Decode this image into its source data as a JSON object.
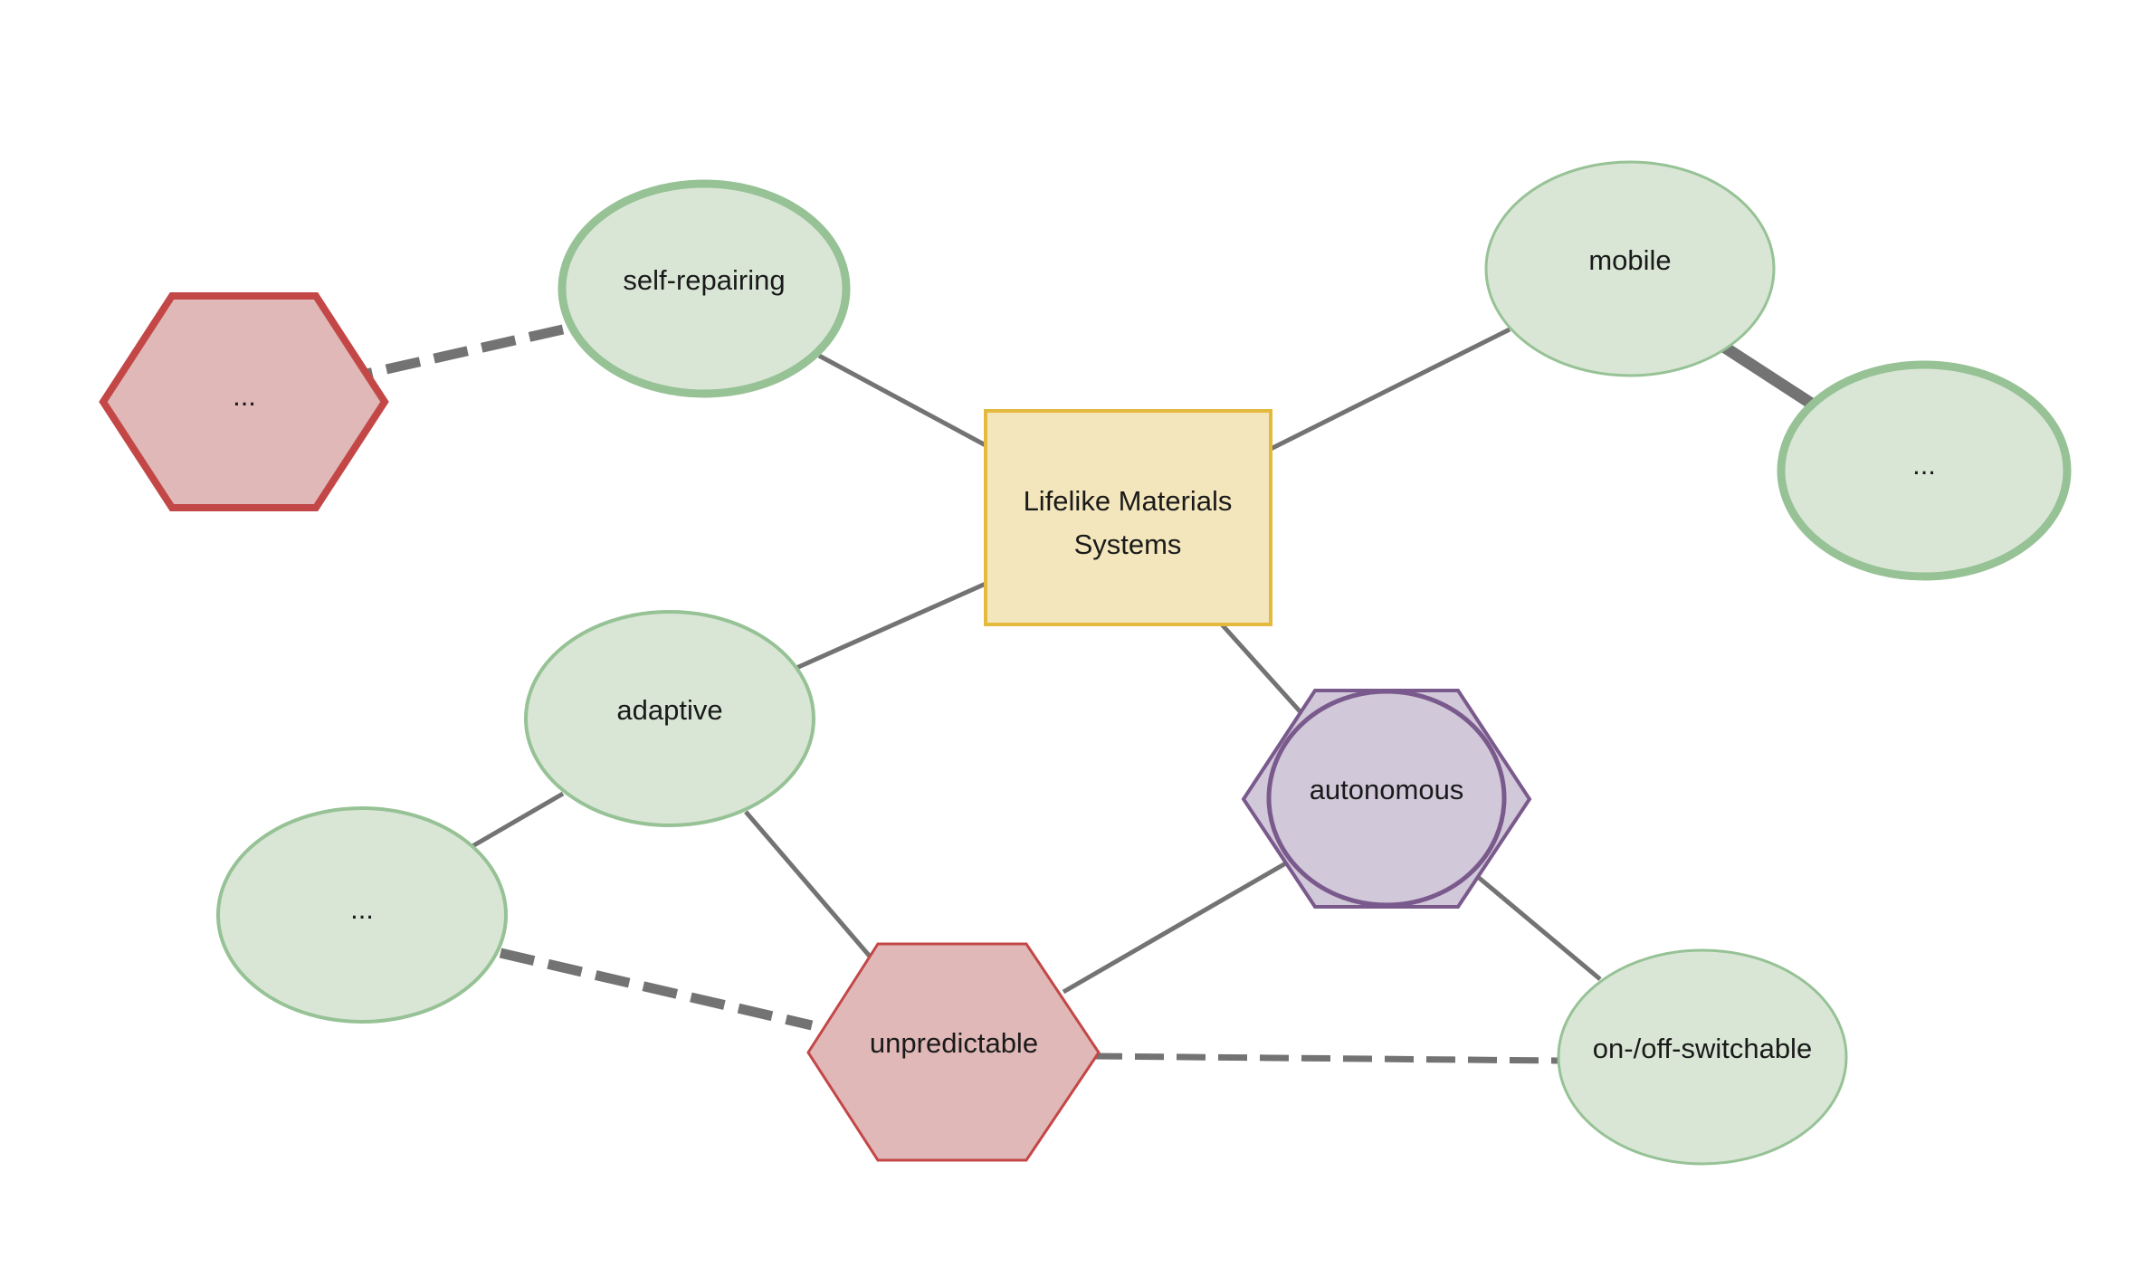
{
  "diagram": {
    "colors": {
      "edge": "#737373",
      "green_fill": "#d9e6d6",
      "green_stroke": "#96c295",
      "red_fill": "#e0b8b8",
      "red_stroke": "#c44747",
      "purple_fill": "#d1c8d9",
      "purple_stroke": "#7a5a8c",
      "yellow_fill": "#f3e6bc",
      "yellow_stroke": "#e3b93e",
      "label": "#1a1a1a"
    },
    "nodes": {
      "center": {
        "shape": "rectangle",
        "lines": [
          "Lifelike Materials",
          "Systems"
        ]
      },
      "self_repairing": {
        "shape": "ellipse",
        "label": "self-repairing"
      },
      "mobile": {
        "shape": "ellipse",
        "label": "mobile"
      },
      "adaptive": {
        "shape": "ellipse",
        "label": "adaptive"
      },
      "autonomous": {
        "shape": "hexagon-with-ellipse",
        "label": "autonomous"
      },
      "unpredictable": {
        "shape": "hexagon",
        "label": "unpredictable"
      },
      "on_off_switchable": {
        "shape": "ellipse",
        "label": "on-/off-switchable"
      },
      "ellipsis_left_top": {
        "shape": "hexagon",
        "label": "..."
      },
      "ellipsis_right": {
        "shape": "ellipse",
        "label": "..."
      },
      "ellipsis_left_bottom": {
        "shape": "ellipse",
        "label": "..."
      }
    },
    "edges": [
      {
        "from": "center",
        "to": "self_repairing",
        "style": "solid"
      },
      {
        "from": "center",
        "to": "mobile",
        "style": "solid"
      },
      {
        "from": "center",
        "to": "adaptive",
        "style": "solid"
      },
      {
        "from": "center",
        "to": "autonomous",
        "style": "solid"
      },
      {
        "from": "self_repairing",
        "to": "ellipsis_left_top",
        "style": "dashed"
      },
      {
        "from": "mobile",
        "to": "ellipsis_right",
        "style": "solid-thick"
      },
      {
        "from": "adaptive",
        "to": "ellipsis_left_bottom",
        "style": "solid"
      },
      {
        "from": "adaptive",
        "to": "unpredictable",
        "style": "solid"
      },
      {
        "from": "autonomous",
        "to": "unpredictable",
        "style": "solid"
      },
      {
        "from": "autonomous",
        "to": "on_off_switchable",
        "style": "solid"
      },
      {
        "from": "ellipsis_left_bottom",
        "to": "unpredictable",
        "style": "dashed"
      },
      {
        "from": "unpredictable",
        "to": "on_off_switchable",
        "style": "dashed"
      }
    ]
  }
}
